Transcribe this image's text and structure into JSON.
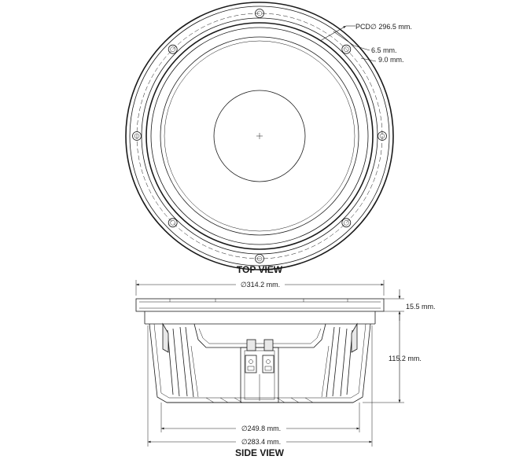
{
  "top_view": {
    "title": "TOP VIEW",
    "pcd_label": "PCD∅ 296.5 mm.",
    "slot_label": "6.5 mm.",
    "hole_label": "9.0 mm."
  },
  "side_view": {
    "title": "SIDE VIEW",
    "outer_diameter_label": "∅314.2 mm.",
    "flange_height_label": "15.5 mm.",
    "total_height_label": "115.2 mm.",
    "magnet_diameter_label": "∅249.8 mm.",
    "frame_diameter_label": "∅283.4 mm."
  }
}
